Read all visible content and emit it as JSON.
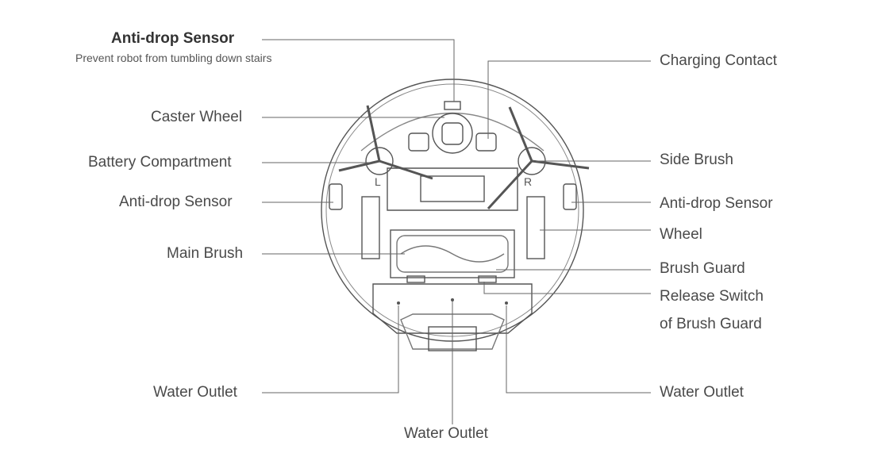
{
  "labels": {
    "anti_drop_top_title": "Anti-drop Sensor",
    "anti_drop_top_desc": "Prevent robot from tumbling down stairs",
    "caster_wheel": "Caster Wheel",
    "battery_compartment": "Battery Compartment",
    "anti_drop_left": "Anti-drop Sensor",
    "main_brush": "Main Brush",
    "water_outlet_left": "Water Outlet",
    "water_outlet_bottom": "Water Outlet",
    "water_outlet_right": "Water Outlet",
    "charging_contact": "Charging Contact",
    "side_brush": "Side Brush",
    "anti_drop_right": "Anti-drop Sensor",
    "wheel": "Wheel",
    "brush_guard": "Brush Guard",
    "release_switch_line1": "Release Switch",
    "release_switch_line2": "of Brush Guard"
  },
  "robot_marks": {
    "left_brush_letter": "L",
    "right_brush_letter": "R"
  }
}
